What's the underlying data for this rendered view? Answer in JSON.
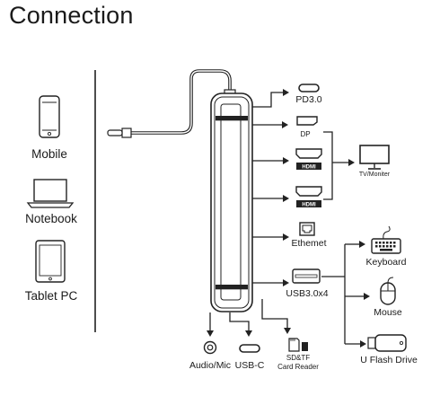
{
  "title": "Connection",
  "devices": [
    {
      "label": "Mobile",
      "icon": "smartphone-icon"
    },
    {
      "label": "Notebook",
      "icon": "laptop-icon"
    },
    {
      "label": "Tablet PC",
      "icon": "tablet-icon"
    }
  ],
  "ports": {
    "pd": "PD3.0",
    "dp": "DP",
    "hdmi_logo": "HDMI",
    "tv": "TV/Moniter",
    "ethernet": "Ethemet",
    "usb": "USB3.0x4",
    "keyboard": "Keyboard",
    "mouse": "Mouse",
    "flash": "U Flash Drive",
    "audio": "Audio/Mic",
    "usbc": "USB-C",
    "card_line1": "SD&TF",
    "card_line2": "Card Reader"
  }
}
